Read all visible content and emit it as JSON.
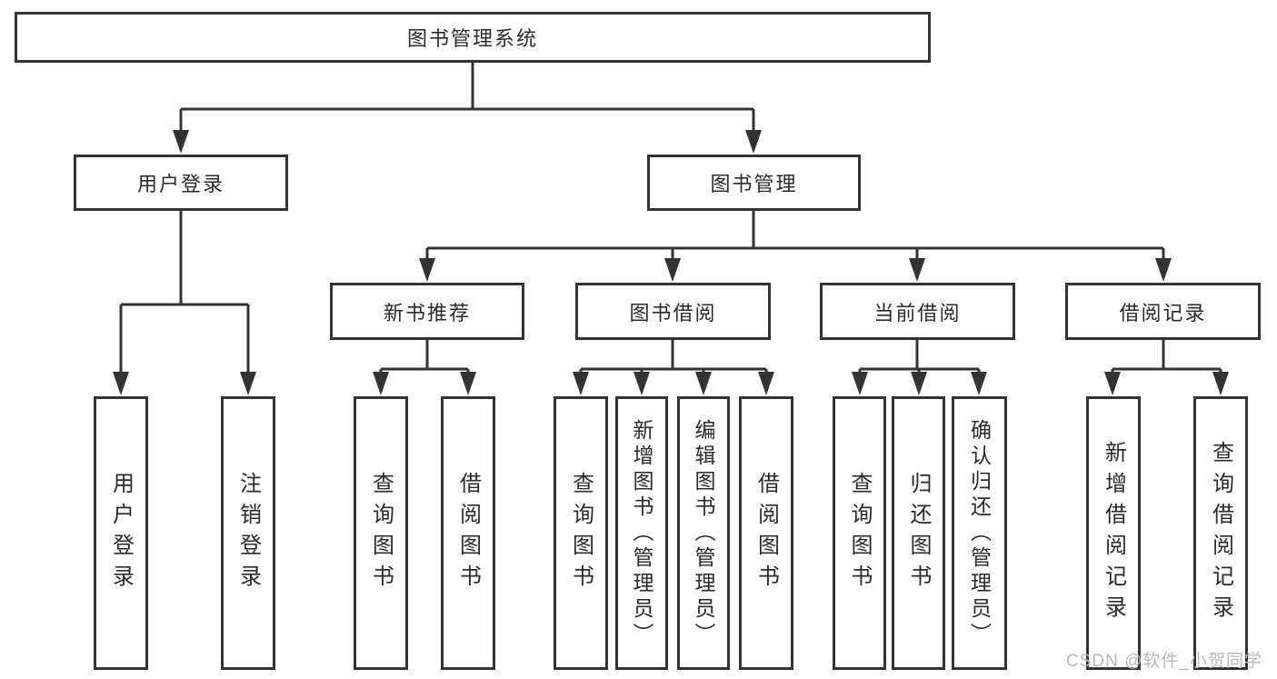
{
  "diagram": {
    "root": "图书管理系统",
    "login": {
      "label": "用户登录",
      "children": [
        "用户登录",
        "注销登录"
      ]
    },
    "manage": {
      "label": "图书管理",
      "groups": [
        {
          "label": "新书推荐",
          "children": [
            "查询图书",
            "借阅图书"
          ]
        },
        {
          "label": "图书借阅",
          "children": [
            "查询图书",
            "新增图书（管理员）",
            "编辑图书（管理员）",
            "借阅图书"
          ]
        },
        {
          "label": "当前借阅",
          "children": [
            "查询图书",
            "归还图书",
            "确认归还（管理员）"
          ]
        },
        {
          "label": "借阅记录",
          "children": [
            "新增借阅记录",
            "查询借阅记录"
          ]
        }
      ]
    }
  },
  "watermark": "CSDN @软件_小贺同学",
  "colors": {
    "line": "#333333",
    "text": "#2b2b2b",
    "watermark": "#b9b9b9"
  }
}
